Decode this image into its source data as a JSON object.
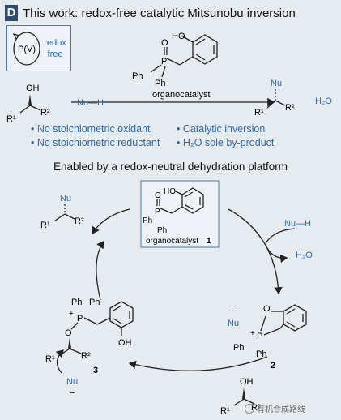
{
  "panel": {
    "letter": "D",
    "title": "This work: redox-free catalytic Mitsunobu inversion",
    "cycle_label": "P(V)",
    "cycle_note_line1": "redox",
    "cycle_note_line2": "free",
    "bullets": [
      "• No stoichiometric oxidant",
      "• Catalytic inversion",
      "• No stoichiometric reductant",
      "• H₂O sole by-product"
    ],
    "subtitle": "Enabled by a redox-neutral dehydration platform"
  },
  "reaction": {
    "catalyst_label": "organocatalyst",
    "nucleophile": "Nu—H",
    "byproduct": "H₂O",
    "oh": "OH",
    "nu": "Nu",
    "r1": "R¹",
    "r2": "R²",
    "ph": "Ph",
    "p": "P",
    "o": "O",
    "ho": "HO"
  },
  "cycle": {
    "catalyst_label": "organocatalyst",
    "catalyst_number": "1",
    "intermediate_2": "2",
    "intermediate_3": "3",
    "nu_h": "Nu—H",
    "h2o": "H₂O",
    "nu_minus": "Nu",
    "plus": "+",
    "minus": "−"
  },
  "watermark": {
    "text": "有机合成路线"
  }
}
